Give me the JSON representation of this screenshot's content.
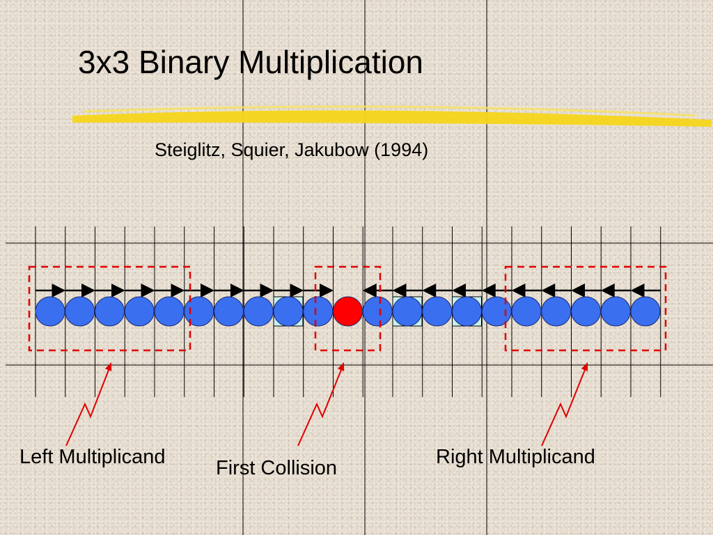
{
  "slide": {
    "title": "3x3 Binary Multiplication",
    "subtitle": "Steiglitz, Squier, Jakubow (1994)"
  },
  "labels": {
    "left": "Left Multiplicand",
    "center": "First Collision",
    "right": "Right Multiplicand"
  },
  "diagram": {
    "particle_count": 21,
    "collision_index": 10,
    "right_moving_particles": 10,
    "left_moving_particles": 10,
    "boxed_particles": [
      8,
      12,
      14
    ],
    "colors": {
      "particle": "#3a6ff0",
      "collision": "#ff0000",
      "dashed_box": "#e00000",
      "pointer": "#e00000",
      "highlight_stroke": "#f5d51a",
      "box_fill": "#c8f0ee"
    }
  }
}
